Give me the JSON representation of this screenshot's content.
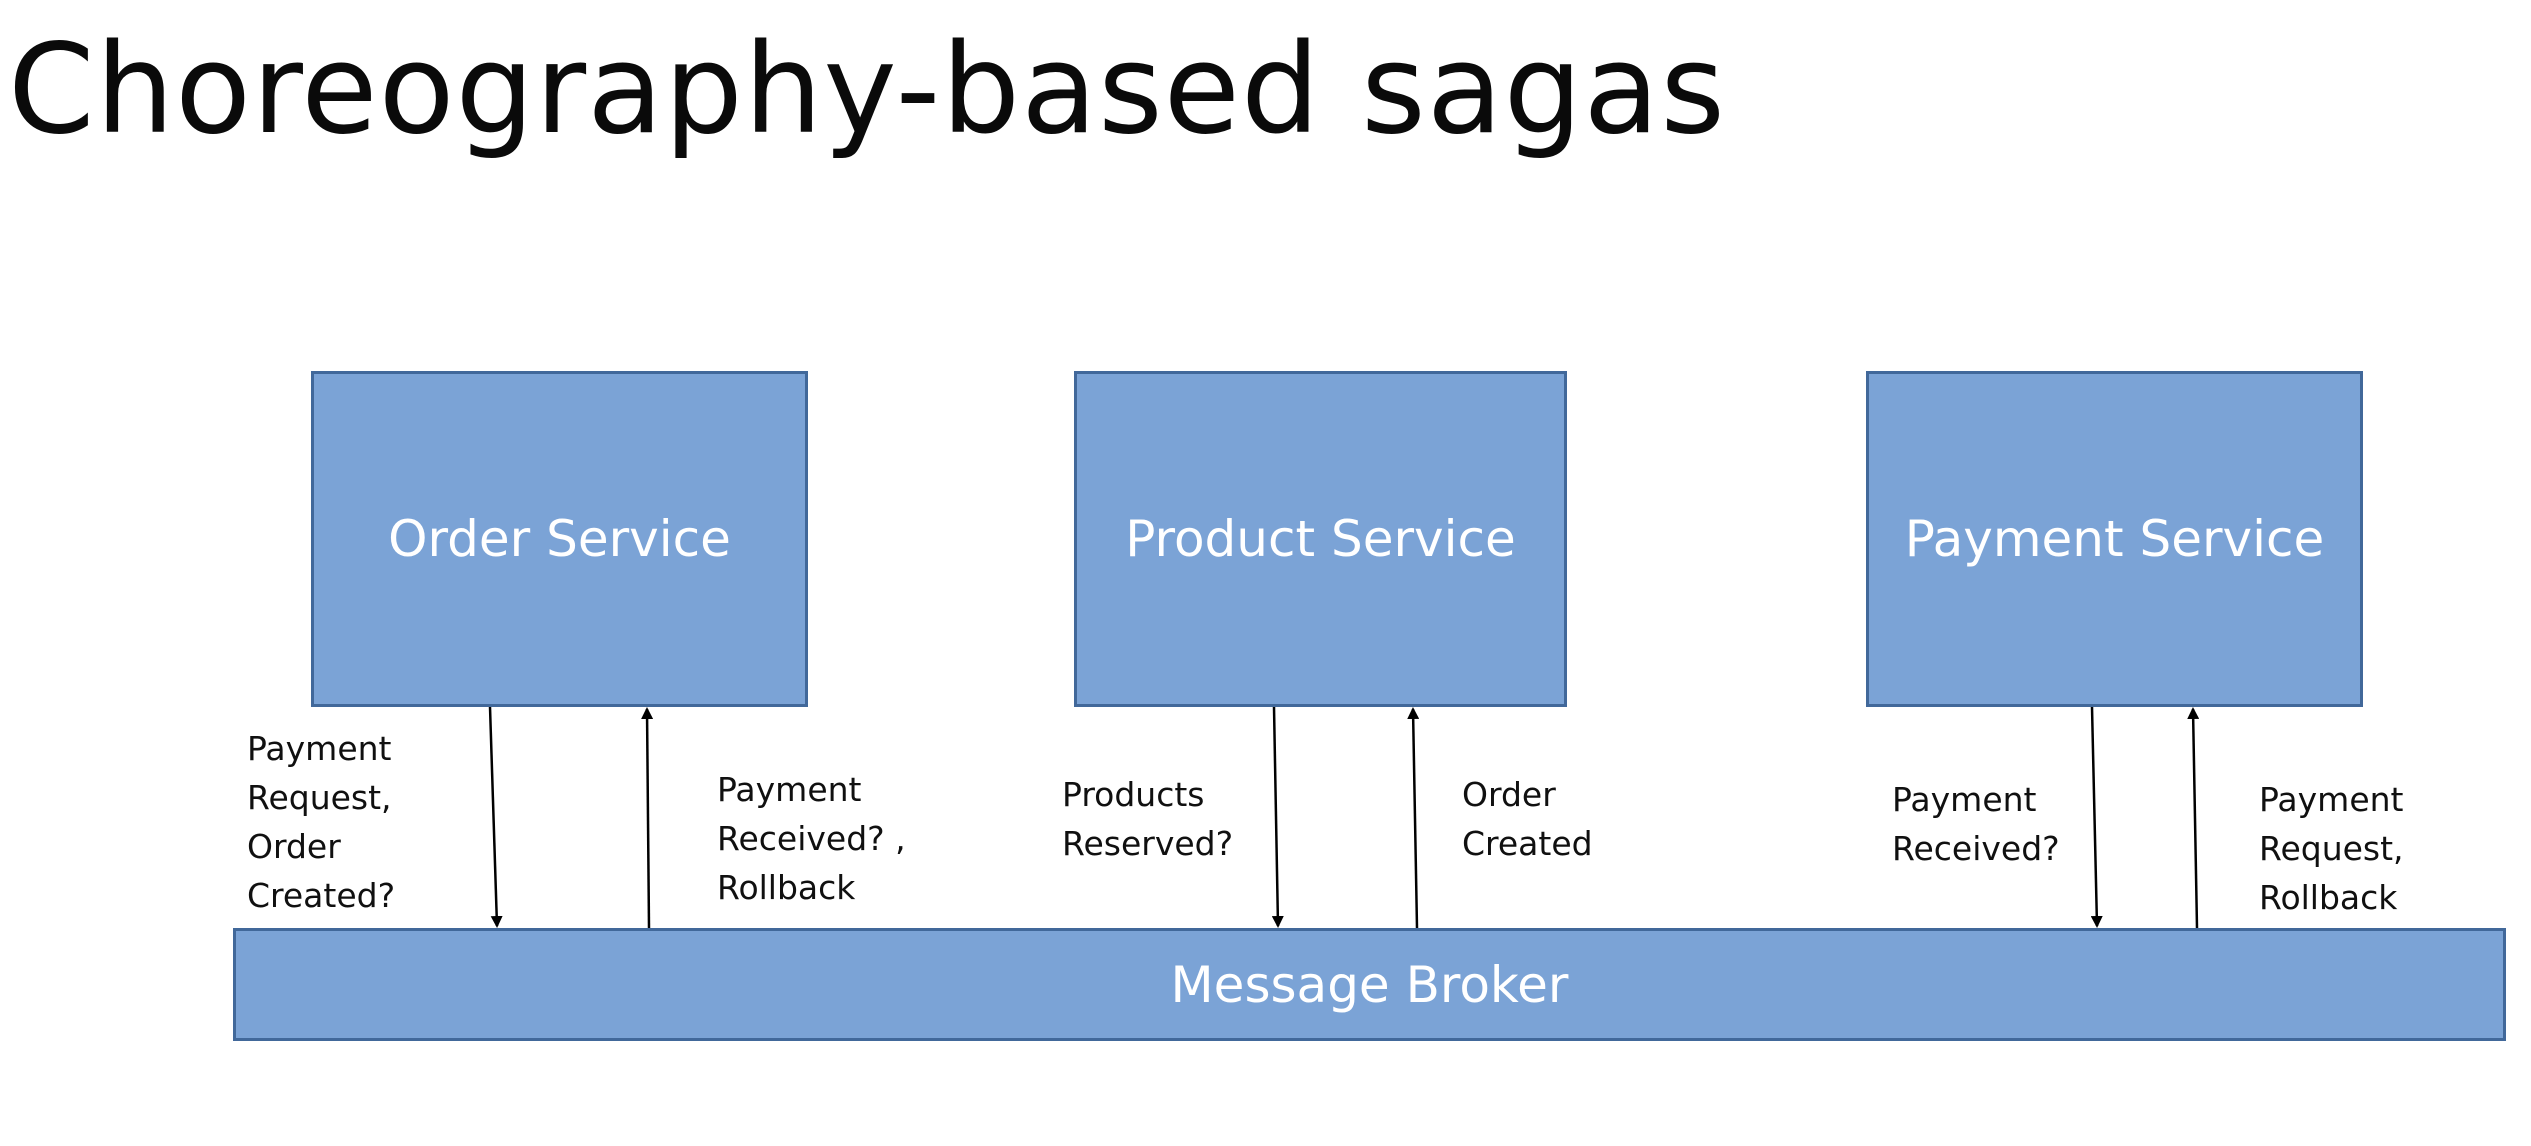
{
  "title": "Choreography-based sagas",
  "services": {
    "order": "Order Service",
    "product": "Product Service",
    "payment": "Payment Service"
  },
  "broker": "Message Broker",
  "labels": {
    "order_to_broker": "Payment\nRequest,\nOrder\nCreated?",
    "broker_to_order": "Payment\nReceived? ,\nRollback",
    "product_to_broker": "Products\nReserved?",
    "broker_to_product": "Order\nCreated",
    "payment_to_broker": "Payment\nReceived?",
    "broker_to_payment": "Payment\nRequest,\nRollback"
  },
  "colors": {
    "box_fill": "#7ba3d6",
    "box_border": "#41689a",
    "arrow": "#000000"
  }
}
